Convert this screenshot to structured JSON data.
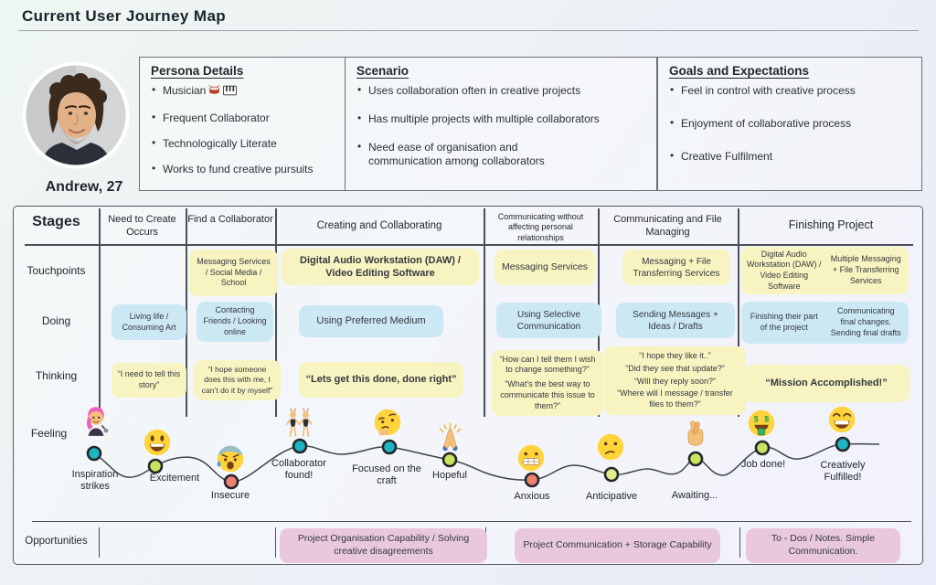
{
  "page": {
    "title": "Current User Journey Map"
  },
  "persona": {
    "name": "Andrew, 27",
    "details": {
      "heading": "Persona Details",
      "items": [
        "Musician",
        "Frequent Collaborator",
        "Technologically Literate",
        "Works to fund creative pursuits"
      ],
      "musician_icons": [
        "drum",
        "musical-keyboard"
      ]
    },
    "scenario": {
      "heading": "Scenario",
      "items": [
        "Uses collaboration often in creative projects",
        "Has multiple projects with multiple collaborators",
        "Need ease of organisation and communication among collaborators"
      ]
    },
    "goals": {
      "heading": "Goals and Expectations",
      "items": [
        "Feel in control with creative process",
        "Enjoyment of collaborative process",
        "Creative Fulfilment"
      ]
    }
  },
  "journey": {
    "stages_label": "Stages",
    "columns": [
      "Need to Create Occurs",
      "Find a Collaborator",
      "Creating and Collaborating",
      "Communicating without affecting personal relationships",
      "Communicating and File Managing",
      "Finishing Project"
    ],
    "row_labels": {
      "touchpoints": "Touchpoints",
      "doing": "Doing",
      "thinking": "Thinking",
      "feeling": "Feeling",
      "opportunities": "Opportunities"
    },
    "touchpoints": {
      "find": "Messaging Services / Social Media / School",
      "creating": "Digital Audio Workstation (DAW) / Video Editing Software",
      "comm_personal": "Messaging Services",
      "comm_file": "Messaging + File Transferring Services",
      "finishing_a": "Digital Audio Workstation (DAW) / Video Editing Software",
      "finishing_b": "Multiple Messaging + File Transferring Services"
    },
    "doing": {
      "need": "Living life / Consuming Art",
      "find": "Contacting Friends / Looking online",
      "creating": "Using Preferred Medium",
      "comm_personal": "Using Selective Communication",
      "comm_file": "Sending Messages + Ideas / Drafts",
      "finishing_a": "Finishing their part of the project",
      "finishing_b": "Communicating final changes. Sending final drafts"
    },
    "thinking": {
      "need": "“I need to tell this story”",
      "find": "“I hope someone does this with me, I can’t do it by myself”",
      "creating": "“Lets get this done, done right”",
      "comm_personal_1": "“How can I tell them I wish to change something?”",
      "comm_personal_2": "“What’s the best way to communicate this issue to them?”",
      "comm_file_1": "“I hope they like it..”",
      "comm_file_2": "“Did they see that update?”",
      "comm_file_3": "“Will they reply soon?”",
      "comm_file_4": "“Where will I message / transfer files to them?”",
      "finishing": "“Mission Accomplished!”"
    },
    "feeling": {
      "points": [
        {
          "label": "Inspiration strikes",
          "emoji": "woman-singer",
          "dot_color": "#1db5c3"
        },
        {
          "label": "Excitement",
          "emoji": "grinning-face",
          "dot_color": "#c9e45e"
        },
        {
          "label": "Insecure",
          "emoji": "anxious-face-with-sweat",
          "dot_color": "#ef8173"
        },
        {
          "label": "Collaborator found!",
          "emoji": "people-with-bunny-ears",
          "dot_color": "#1db5c3"
        },
        {
          "label": "Focused on the craft",
          "emoji": "thinking-face",
          "dot_color": "#1db5c3"
        },
        {
          "label": "Hopeful",
          "emoji": "folded-hands",
          "dot_color": "#c9e45e"
        },
        {
          "label": "Anxious",
          "emoji": "grimacing-face",
          "dot_color": "#ef8173"
        },
        {
          "label": "Anticipative",
          "emoji": "confused-face",
          "dot_color": "#e3ec86"
        },
        {
          "label": "Awaiting...",
          "emoji": "crossed-fingers",
          "dot_color": "#c9e45e"
        },
        {
          "label": "Job done!",
          "emoji": "money-mouth-face",
          "dot_color": "#c9e45e"
        },
        {
          "label": "Creatively Fulfilled!",
          "emoji": "beaming-face",
          "dot_color": "#1db5c3"
        }
      ]
    },
    "opportunities": {
      "creating": "Project Organisation Capability / Solving creative disagreements",
      "communication": "Project Communication + Storage Capability",
      "finishing": "To - Dos / Notes. Simple Communication."
    }
  },
  "colors": {
    "touchpoint_box": "#f8f4c2",
    "doing_box": "#cde8f5",
    "opportunity_box": "#e9c8dd",
    "dot_teal": "#1db5c3",
    "dot_lime": "#c9e45e",
    "dot_red": "#ef8173",
    "dot_pale": "#e3ec86"
  }
}
